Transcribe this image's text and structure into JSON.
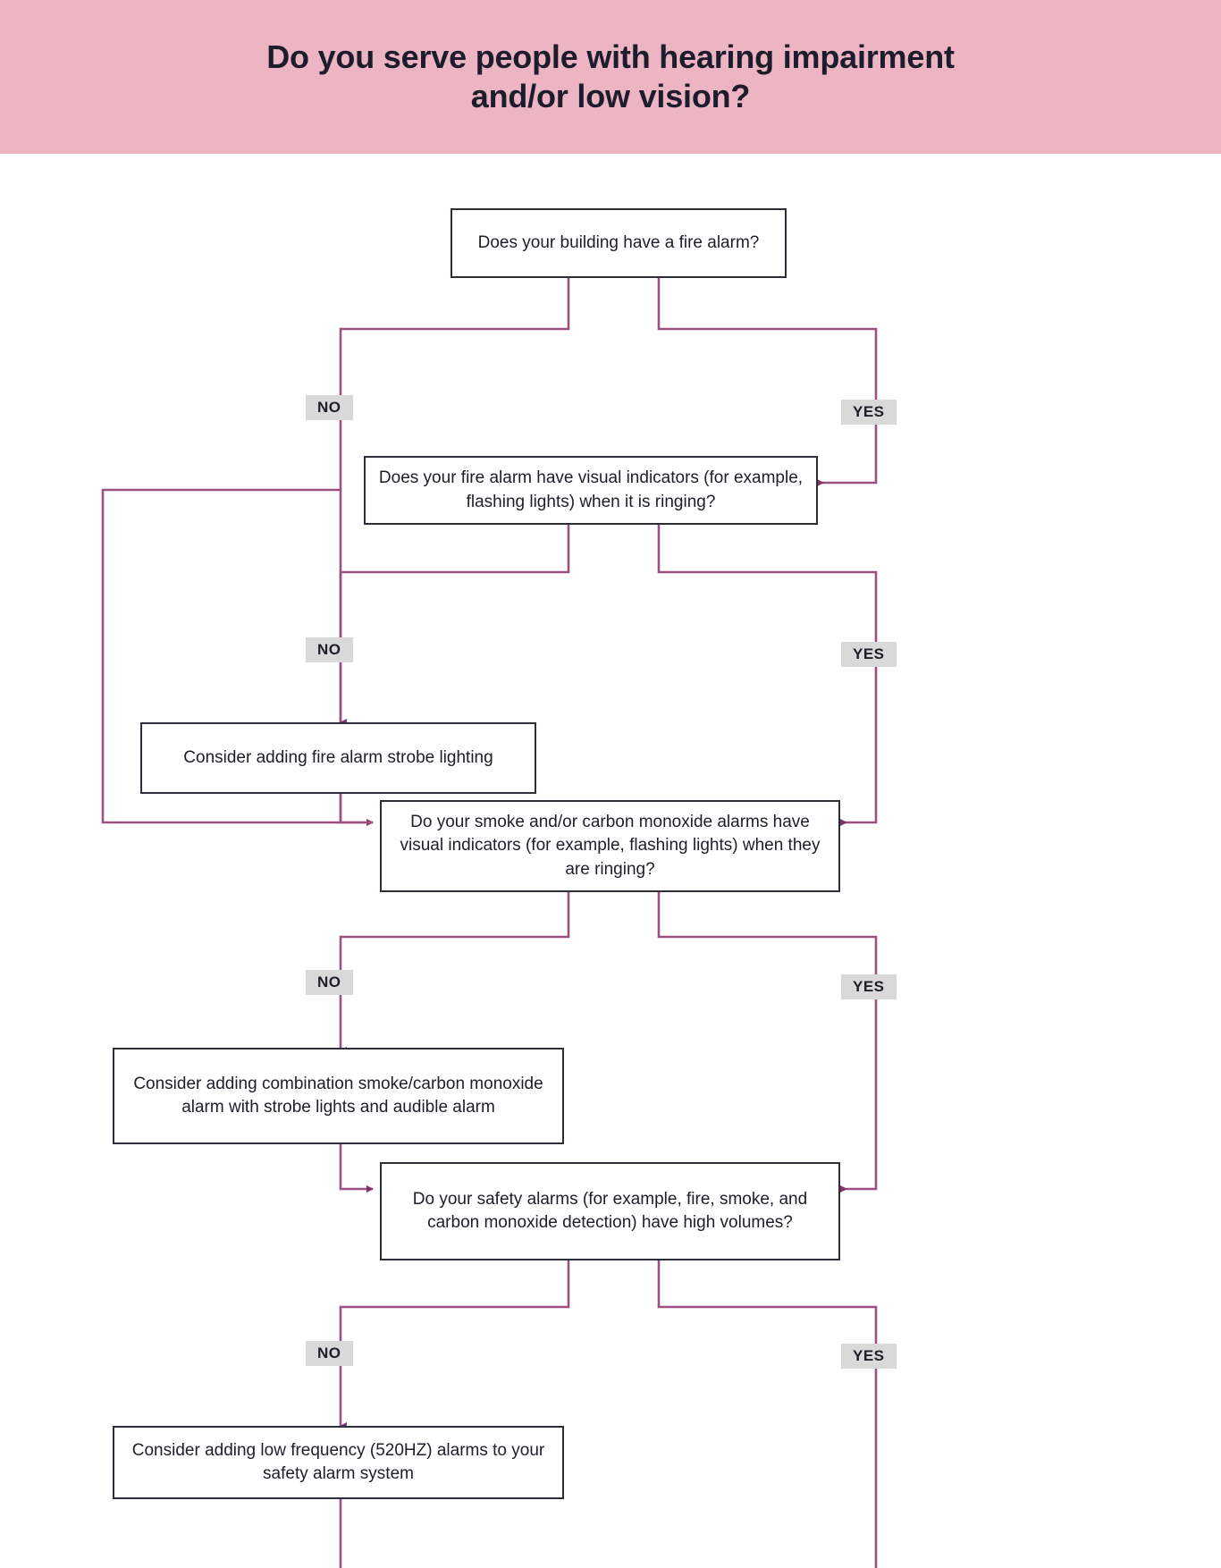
{
  "header": {
    "title": "Do you serve people with hearing impairment\nand/or low vision?"
  },
  "colors": {
    "banner_pink": "#edb4c3",
    "connector_purple": "#9c4f82",
    "node_border": "#2e2e38",
    "label_background": "#d9d9d9",
    "text_dark": "#1e1e28"
  },
  "flowchart": {
    "type": "decision-flowchart",
    "nodes": [
      {
        "id": "q1",
        "kind": "question",
        "text": "Does your building have a fire alarm?"
      },
      {
        "id": "q2",
        "kind": "question",
        "text": "Does your fire alarm have visual indicators (for example, flashing lights) when it is ringing?"
      },
      {
        "id": "a1",
        "kind": "action",
        "text": "Consider adding fire alarm strobe lighting"
      },
      {
        "id": "q3",
        "kind": "question",
        "text": "Do your smoke and/or carbon monoxide alarms have visual indicators (for example, flashing lights) when they are ringing?"
      },
      {
        "id": "a2",
        "kind": "action",
        "text": "Consider adding combination smoke/carbon monoxide alarm with strobe lights and audible alarm"
      },
      {
        "id": "q4",
        "kind": "question",
        "text": "Do your safety alarms (for example, fire, smoke, and carbon monoxide detection) have high volumes?"
      },
      {
        "id": "a3",
        "kind": "action",
        "text": "Consider adding low frequency (520HZ) alarms to your safety alarm system"
      }
    ],
    "edge_labels": [
      {
        "id": "l1-no",
        "text": "NO"
      },
      {
        "id": "l1-yes",
        "text": "YES"
      },
      {
        "id": "l2-no",
        "text": "NO"
      },
      {
        "id": "l2-yes",
        "text": "YES"
      },
      {
        "id": "l3-no",
        "text": "NO"
      },
      {
        "id": "l3-yes",
        "text": "YES"
      },
      {
        "id": "l4-no",
        "text": "NO"
      },
      {
        "id": "l4-yes",
        "text": "YES"
      }
    ],
    "edges": [
      {
        "from": "q1",
        "to": "q3",
        "label": "NO"
      },
      {
        "from": "q1",
        "to": "q2",
        "label": "YES"
      },
      {
        "from": "q2",
        "to": "a1",
        "label": "NO"
      },
      {
        "from": "q2",
        "to": "q3",
        "label": "YES"
      },
      {
        "from": "a1",
        "to": "q3",
        "label": ""
      },
      {
        "from": "q3",
        "to": "a2",
        "label": "NO"
      },
      {
        "from": "q3",
        "to": "q4",
        "label": "YES"
      },
      {
        "from": "a2",
        "to": "q4",
        "label": ""
      },
      {
        "from": "q4",
        "to": "a3",
        "label": "NO"
      },
      {
        "from": "q4",
        "to": "",
        "label": "YES"
      },
      {
        "from": "a3",
        "to": "",
        "label": ""
      }
    ]
  }
}
